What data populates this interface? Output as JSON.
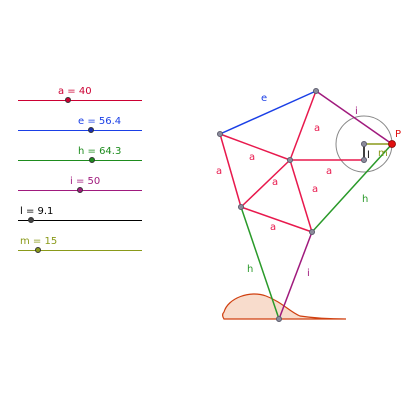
{
  "sliders": [
    {
      "id": "a",
      "label": "a = 40",
      "value": 40,
      "color": "#cc0033",
      "knob_color": "#cc0033",
      "track_fraction": 0.4
    },
    {
      "id": "e",
      "label": "e = 56.4",
      "value": 56.4,
      "color": "#1a3fe6",
      "knob_color": "#1a2fb0",
      "track_fraction": 0.6
    },
    {
      "id": "h",
      "label": "h = 64.3",
      "value": 64.3,
      "color": "#1e8c1e",
      "knob_color": "#1e8c1e",
      "track_fraction": 0.6
    },
    {
      "id": "i",
      "label": "i = 50",
      "value": 50,
      "color": "#a01a7d",
      "knob_color": "#a01a7d",
      "track_fraction": 0.5
    },
    {
      "id": "l",
      "label": "l = 9.1",
      "value": 9.1,
      "color": "#000000",
      "knob_color": "#444444",
      "track_fraction": 0.1
    },
    {
      "id": "m",
      "label": "m = 15",
      "value": 15,
      "color": "#8a9a1a",
      "knob_color": "#8a9a1a",
      "track_fraction": 0.15
    }
  ],
  "segment_labels": {
    "a": "a",
    "e": "e",
    "h": "h",
    "i": "i",
    "l": "l",
    "m": "m"
  },
  "point_label_p": "P",
  "colors": {
    "a": "#e8194d",
    "e": "#1a3fe6",
    "h": "#2a9a2a",
    "i": "#a01a7d",
    "l": "#000000",
    "m": "#8a9a1a",
    "circle": "#888888",
    "point": "#8a8a9a",
    "point_p": "#e01010",
    "curve_fill": "#f8dccc",
    "curve_stroke": "#d04010"
  }
}
